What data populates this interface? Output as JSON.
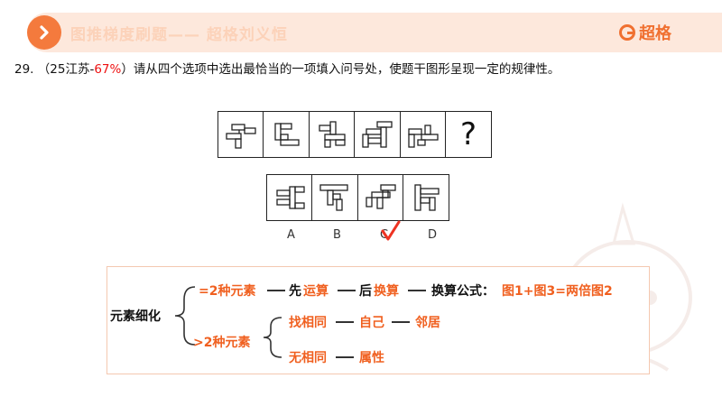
{
  "header": {
    "title": "图推梯度刷题—— 超格刘义恒",
    "brand": "超格"
  },
  "question": {
    "number": "29.",
    "source_open": "（25江苏-",
    "rate": "67%",
    "source_close": "）",
    "prompt": "请从四个选项中选出最恰当的一项填入问号处，使题干图形呈现一定的规律性。"
  },
  "sequence": {
    "unknown": "?"
  },
  "options": [
    "A",
    "B",
    "C",
    "D"
  ],
  "answer": "C",
  "mindmap": {
    "root": "元素细化",
    "branch_eq": "=2种元素",
    "step1": "先",
    "step1_key": "运算",
    "step2": "后",
    "step2_key": "换算",
    "formula_label": "换算公式：",
    "formula": "图1+图3=两倍图2",
    "branch_gt": ">2种元素",
    "find_same": "找相同",
    "self": "自己",
    "neighbor": "邻居",
    "no_same": "无相同",
    "attribute": "属性"
  },
  "colors": {
    "accent": "#f47a3d",
    "header_bg": "#fde8dc",
    "highlight": "#f06020",
    "rate_red": "#e11111"
  }
}
